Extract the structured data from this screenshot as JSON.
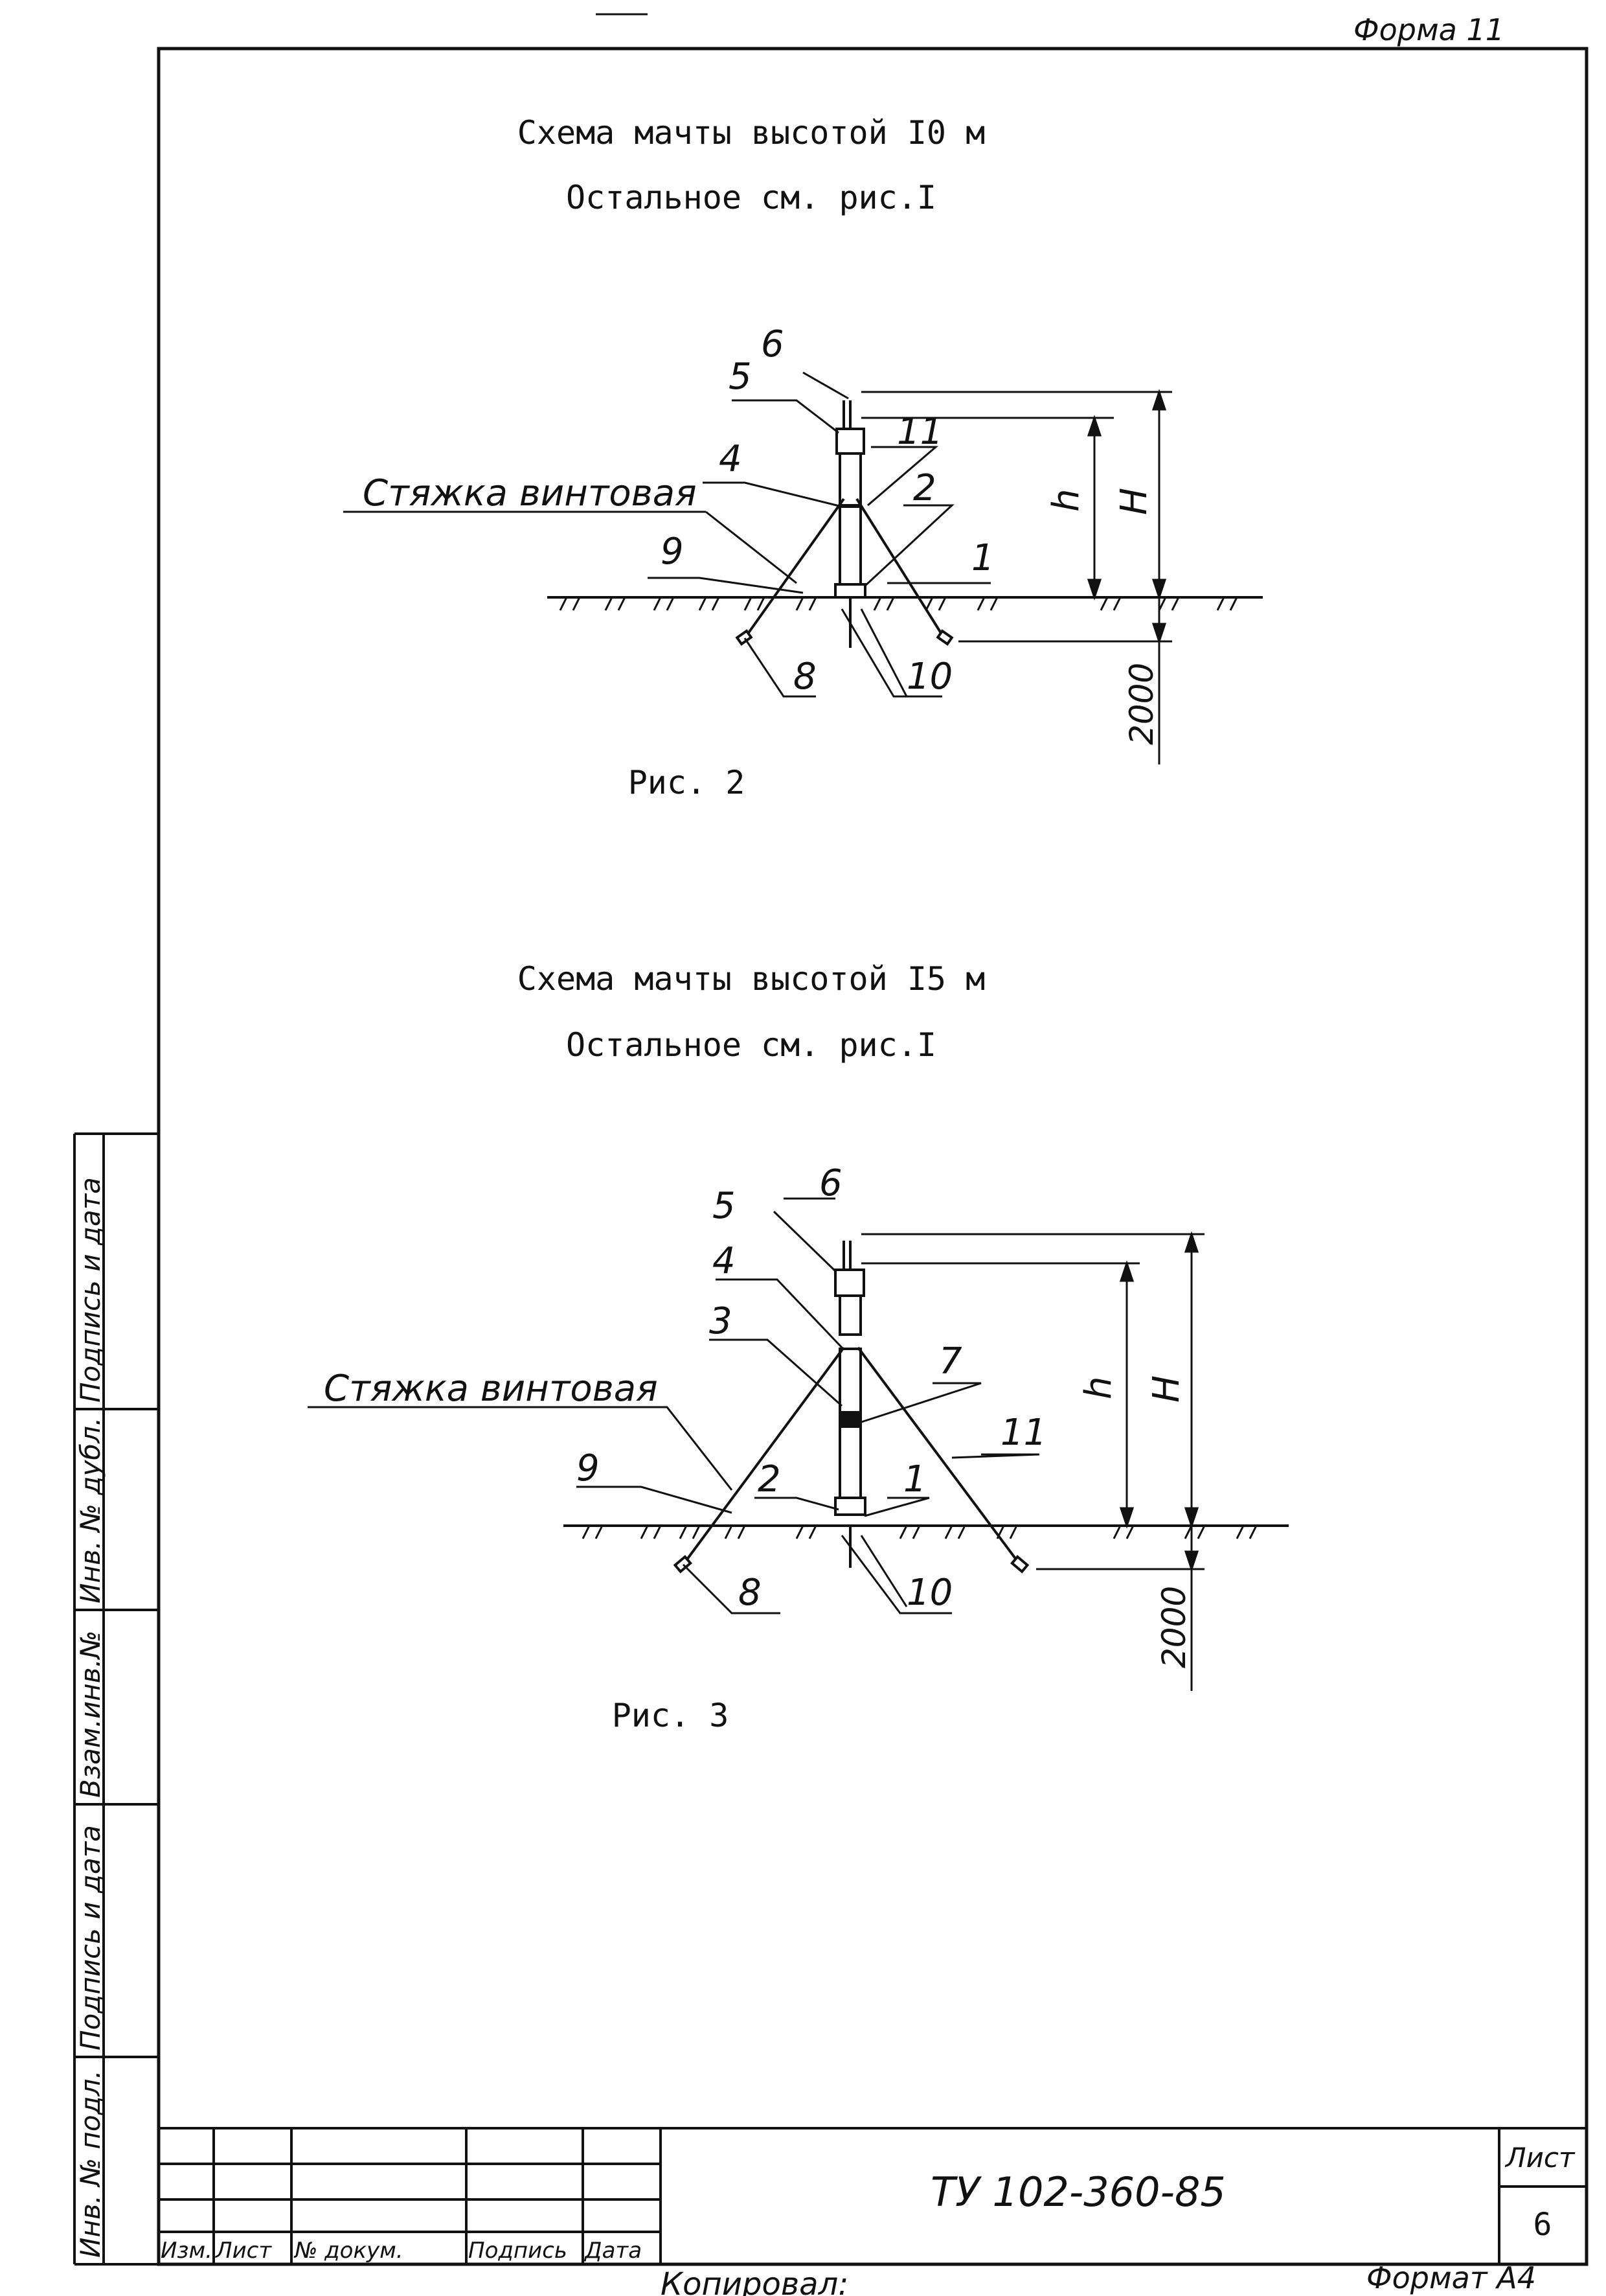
{
  "header": {
    "form_label": "Форма 11"
  },
  "figures": [
    {
      "title": "Схема мачты высотой I0 м",
      "subtitle": "Остальное см. рис.I",
      "caption": "Рис. 2",
      "callouts": [
        "6",
        "5",
        "4",
        "11",
        "2",
        "1",
        "9",
        "8",
        "10"
      ],
      "guy_label": "Стяжка винтовая",
      "dim_h": "h",
      "dim_H": "H",
      "dim_depth": "2000"
    },
    {
      "title": "Схема мачты высотой I5 м",
      "subtitle": "Остальное см. рис.I",
      "caption": "Рис. 3",
      "callouts": [
        "6",
        "5",
        "4",
        "3",
        "7",
        "11",
        "9",
        "2",
        "1",
        "8",
        "10"
      ],
      "guy_label": "Стяжка винтовая",
      "dim_h": "h",
      "dim_H": "H",
      "dim_depth": "2000"
    }
  ],
  "side_stamp": [
    "Инв. № подл.",
    "Подпись и дата",
    "Взам.инв.№",
    "Инв. № дубл.",
    "Подпись и дата"
  ],
  "title_block": {
    "col_headers": [
      "Изм.",
      "Лист",
      "№ докум.",
      "Подпись",
      "Дата"
    ],
    "doc_number": "ТУ 102-360-85",
    "sheet_label": "Лист",
    "sheet_number": "6"
  },
  "footer": {
    "copied": "Копировал:",
    "format": "Формат А4"
  }
}
